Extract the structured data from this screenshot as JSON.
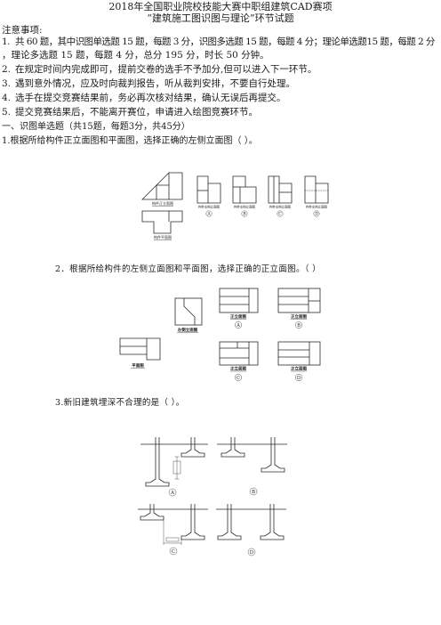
{
  "header": {
    "title_line1": "2018年全国职业院校技能大赛中职组建筑CAD赛项",
    "title_line2": "“建筑施工图识图与理论”环节试题"
  },
  "notes": {
    "heading": "注意事项:",
    "items": [
      {
        "num": "1.",
        "text": "共 60 题，其中识图单选题 15 题，每题 3 分，识图多选题 15 题，每题 4 分；理论单选题15 题，每题 2 分",
        "cont": "，理论多选题 15 题，每题 4 分，总分 195 分，时长 50 分钟。"
      },
      {
        "num": "2.",
        "text": "在规定时间内完成即可，提前交卷的选手不予加分,但可以进入下一环节。"
      },
      {
        "num": "3.",
        "text": "遇到意外情况，应及时向裁判报告，听从裁判安排，不要自行处理。"
      },
      {
        "num": "4.",
        "text": "选手在提交竞赛结果前，务必再次核对结果，确认无误后再提交。"
      },
      {
        "num": "5.",
        "text": "提交竞赛结果后，不能离开赛位，申请进入绘图竞赛环节。"
      }
    ]
  },
  "section": {
    "heading": "一、识图单选题（共15题，每题3分，共45分）"
  },
  "questions": [
    {
      "stem": "1.根据所给构件正立面图和平面图，选择正确的左侧立面图（ ）。",
      "figure": {
        "front_label": "构件正立面图",
        "plan_label": "构件平面图",
        "option_caption": "构件左侧立面图",
        "options": [
          "A",
          "B",
          "C",
          "D"
        ]
      }
    },
    {
      "stem": "2．根据所给构件的左侧立面图和平面图，选择正确的正立面图。（    ）",
      "figure": {
        "side_label": "左侧立面图",
        "plan_label": "平面图",
        "option_caption": "正立面图",
        "options": [
          "A",
          "B",
          "C",
          "D"
        ]
      }
    },
    {
      "stem": "3.新旧建筑埋深不合理的是（ ）。",
      "figure": {
        "options": [
          "A",
          "B",
          "C",
          "D"
        ]
      }
    }
  ]
}
